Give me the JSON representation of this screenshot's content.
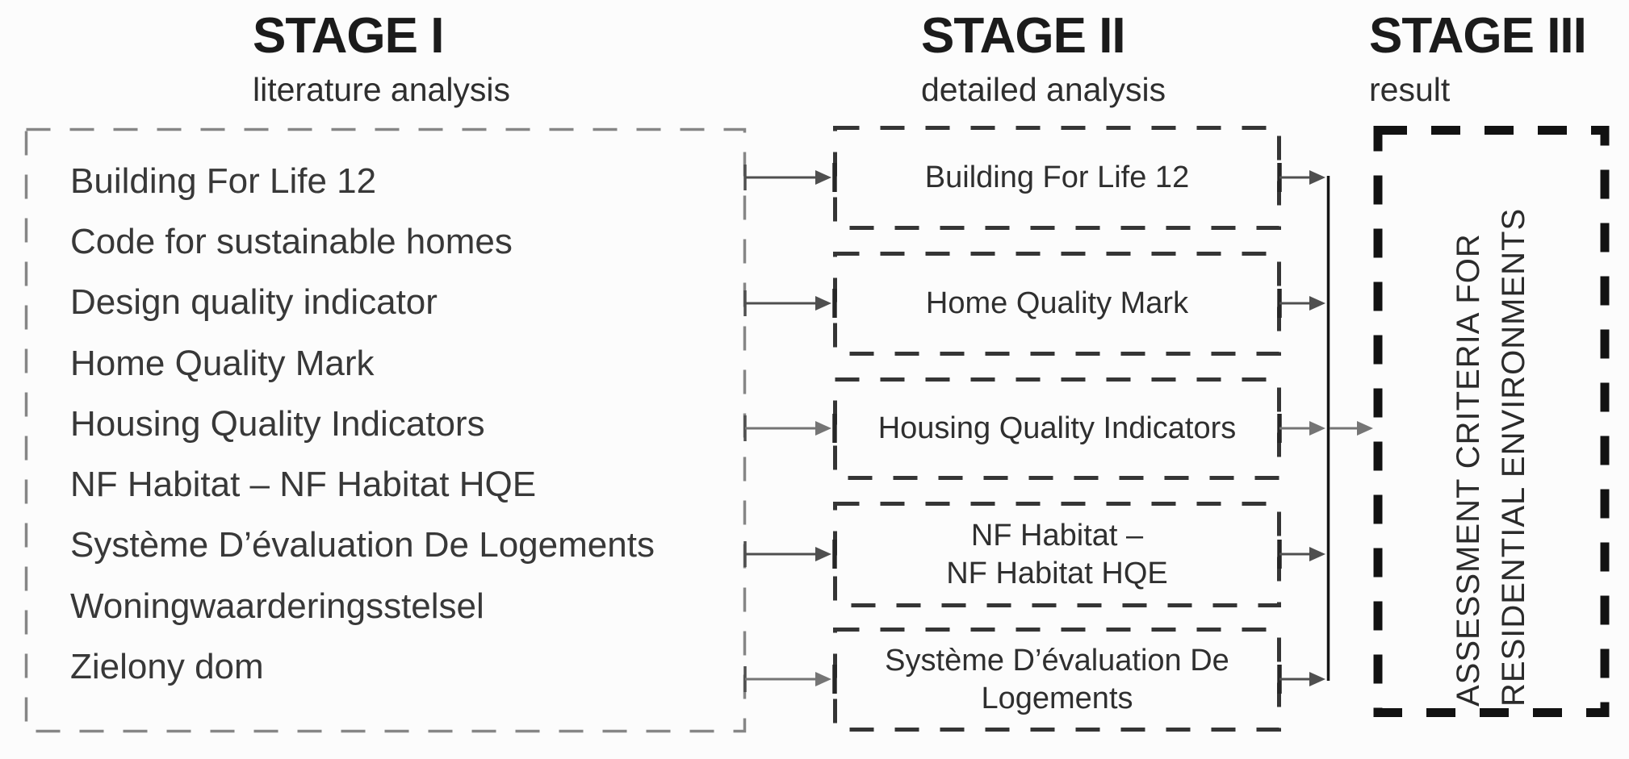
{
  "stages": [
    {
      "title": "STAGE I",
      "subtitle": "literature analysis"
    },
    {
      "title": "STAGE II",
      "subtitle": "detailed analysis"
    },
    {
      "title": "STAGE III",
      "subtitle": "result"
    }
  ],
  "stage1": {
    "items": [
      "Building For Life 12",
      "Code for sustainable homes",
      "Design quality indicator",
      "Home Quality Mark",
      "Housing Quality Indicators",
      "NF Habitat – NF Habitat HQE",
      "Système D’évaluation De Logements",
      "Woningwaarderingsstelsel",
      "Zielony dom"
    ]
  },
  "stage2": {
    "boxes": [
      "Building For Life 12",
      "Home Quality Mark",
      "Housing Quality Indicators",
      "NF Habitat –\nNF Habitat HQE",
      "Système D’évaluation De\nLogements"
    ]
  },
  "stage3": {
    "label": "ASSESSMENT CRITERIA FOR\nRESIDENTIAL ENVIRONMENTS"
  },
  "colors": {
    "stage1_dash": "#868686",
    "stage2_dash": "#353535",
    "stage3_dash": "#121212",
    "arrow": "#4f4f4f",
    "text": "#383838",
    "background": "#fcfcfc"
  }
}
